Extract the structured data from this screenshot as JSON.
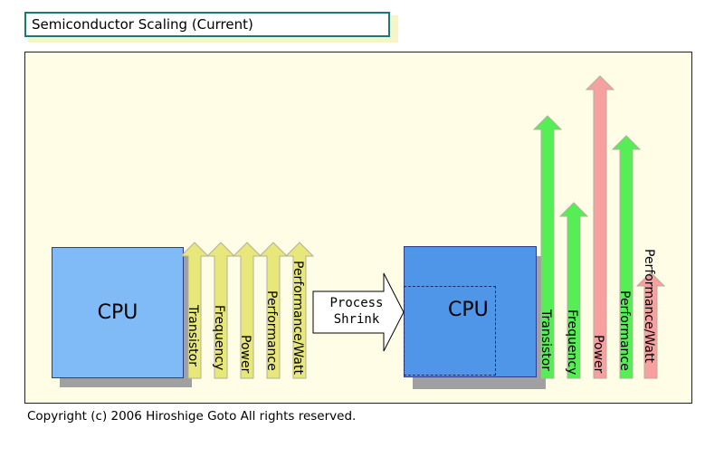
{
  "title": "Semiconductor Scaling (Current)",
  "left": {
    "cpu_label": "CPU",
    "bars": [
      {
        "label": "Transistor",
        "color": "#e8e87a"
      },
      {
        "label": "Frequency",
        "color": "#e8e87a"
      },
      {
        "label": "Power",
        "color": "#e8e87a"
      },
      {
        "label": "Performance",
        "color": "#e8e87a"
      },
      {
        "label": "Performance/Watt",
        "color": "#e8e87a"
      }
    ]
  },
  "process_arrow": {
    "line1": "Process",
    "line2": "Shrink"
  },
  "right": {
    "cpu_label": "CPU",
    "bars": [
      {
        "label": "Transistor",
        "color": "#55ee55"
      },
      {
        "label": "Frequency",
        "color": "#55ee55"
      },
      {
        "label": "Power",
        "color": "#f7a0a0"
      },
      {
        "label": "Performance",
        "color": "#55ee55"
      },
      {
        "label": "Performance/Watt",
        "color": "#f7a0a0"
      }
    ]
  },
  "footer": "Copyright (c) 2006 Hiroshige Goto All rights reserved."
}
